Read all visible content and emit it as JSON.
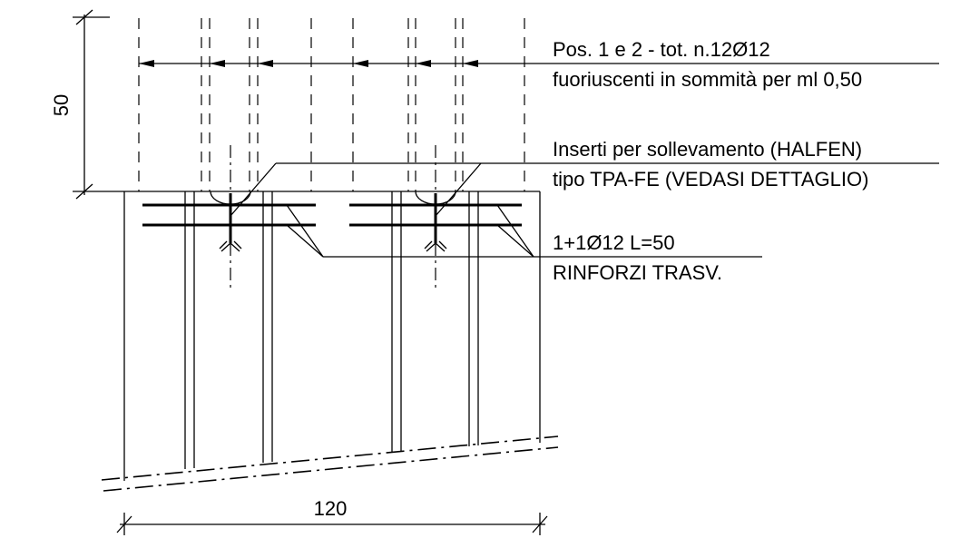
{
  "drawing": {
    "dimension_height": "50",
    "dimension_width": "120",
    "note_bars_line1": "Pos. 1 e 2 - tot. n.12Ø12",
    "note_bars_line2": "fuoriuscenti in sommità per ml 0,50",
    "note_inserts_line1": "Inserti per sollevamento (HALFEN)",
    "note_inserts_line2": "tipo TPA-FE (VEDASI DETTAGLIO)",
    "note_reinf_line1": "1+1Ø12 L=50",
    "note_reinf_line2": "RINFORZI TRASV."
  }
}
